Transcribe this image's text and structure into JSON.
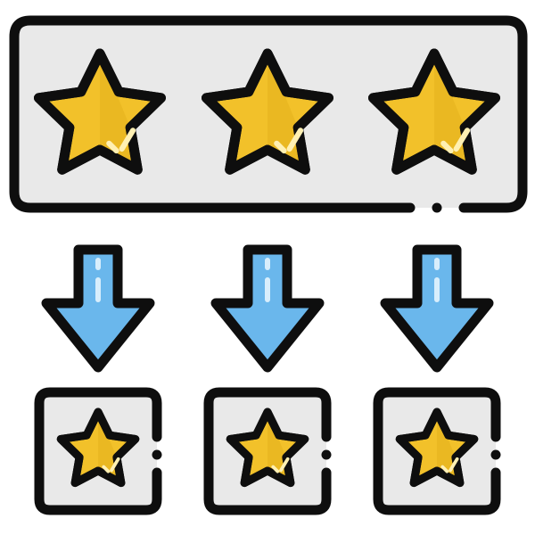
{
  "icon": {
    "name": "rating-split-icon",
    "top_rating": {
      "stars": 3,
      "max": 3
    },
    "split_ratings": [
      {
        "stars": 1,
        "max": 1
      },
      {
        "stars": 1,
        "max": 1
      },
      {
        "stars": 1,
        "max": 1
      }
    ],
    "arrow_count": 3
  },
  "colors": {
    "outline": "#0e0e0e",
    "panel_fill": "#e9e9e9",
    "star_fill": "#f2c12a",
    "star_shade": "#ddaa14",
    "star_highlight": "#fff0b3",
    "arrow_fill": "#6ab7ec",
    "arrow_highlight": "#d8eefc"
  }
}
